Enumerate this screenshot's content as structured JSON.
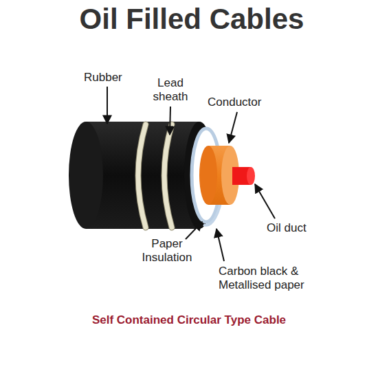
{
  "diagram": {
    "title": "Oil Filled Cables",
    "caption": "Self Contained Circular Type Cable",
    "labels": [
      "Rubber",
      "Lead sheath",
      "Conductor",
      "Oil duct",
      "Paper Insulation",
      "Carbon black & Metallised paper"
    ]
  }
}
